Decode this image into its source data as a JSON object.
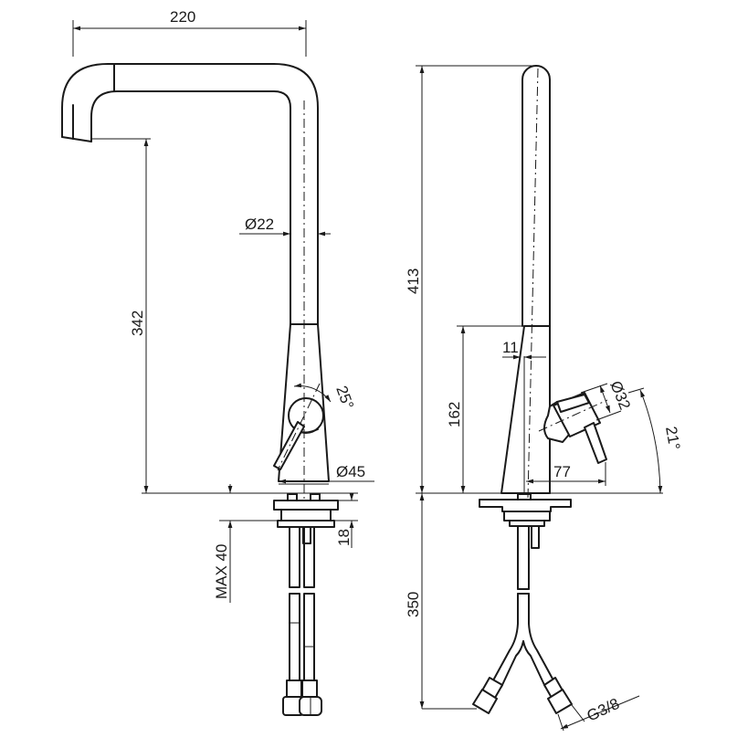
{
  "drawing": {
    "front_view": {
      "width_dim": "220",
      "height_dim": "342",
      "pipe_diameter": "Ø22",
      "lever_angle": "25°",
      "base_diameter": "Ø45",
      "max_thickness": "MAX 40",
      "base_height": "18"
    },
    "side_view": {
      "total_height": "413",
      "body_height": "162",
      "offset": "11",
      "handle_diameter": "Ø32",
      "handle_angle": "21°",
      "handle_reach": "77",
      "hose_length": "350",
      "thread": "G3/8"
    }
  }
}
